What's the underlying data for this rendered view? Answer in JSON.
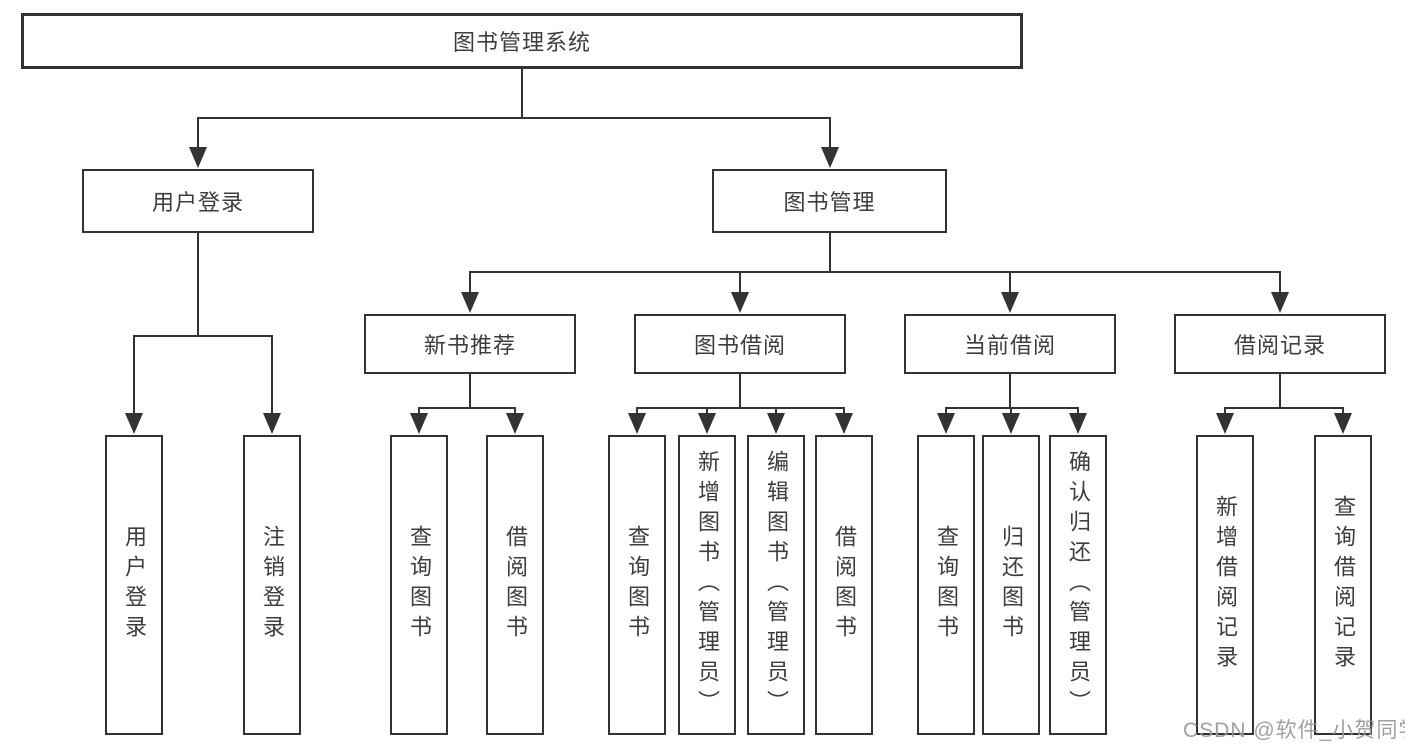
{
  "root": {
    "label": "图书管理系统"
  },
  "branches": [
    {
      "label": "用户登录",
      "children": [
        {
          "label": "用户登录"
        },
        {
          "label": "注销登录"
        }
      ]
    },
    {
      "label": "图书管理",
      "children": [
        {
          "label": "新书推荐",
          "children": [
            {
              "label": "查询图书"
            },
            {
              "label": "借阅图书"
            }
          ]
        },
        {
          "label": "图书借阅",
          "children": [
            {
              "label": "查询图书"
            },
            {
              "label": "新增图书（管理员）"
            },
            {
              "label": "编辑图书（管理员）"
            },
            {
              "label": "借阅图书"
            }
          ]
        },
        {
          "label": "当前借阅",
          "children": [
            {
              "label": "查询图书"
            },
            {
              "label": "归还图书"
            },
            {
              "label": "确认归还（管理员）"
            }
          ]
        },
        {
          "label": "借阅记录",
          "children": [
            {
              "label": "新增借阅记录"
            },
            {
              "label": "查询借阅记录"
            }
          ]
        }
      ]
    }
  ],
  "watermark": "CSDN @软件_小贺同学",
  "colors": {
    "line": "#333333",
    "box_border": "#333333",
    "text": "#3d3d3d",
    "background": "#ffffff",
    "watermark": "#9b9b9b"
  }
}
